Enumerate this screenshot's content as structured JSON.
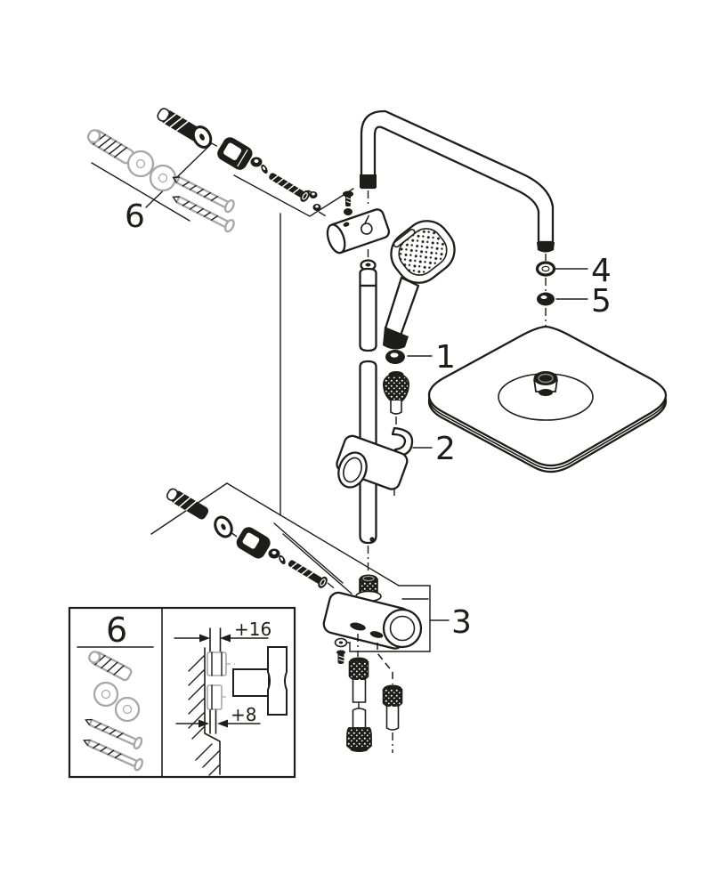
{
  "diagram": {
    "kind": "exploded-parts-drawing",
    "colors": {
      "ink": "#1d1d1b",
      "gray": "#a6a6a6",
      "paper": "#ffffff"
    },
    "callouts": {
      "part1": "1",
      "part2": "2",
      "part3": "3",
      "part4": "4",
      "part5": "5",
      "part6": "6"
    },
    "inset": {
      "hardware_group_label": "6",
      "wall_offset_top": "+16",
      "wall_offset_bottom": "+8"
    }
  }
}
